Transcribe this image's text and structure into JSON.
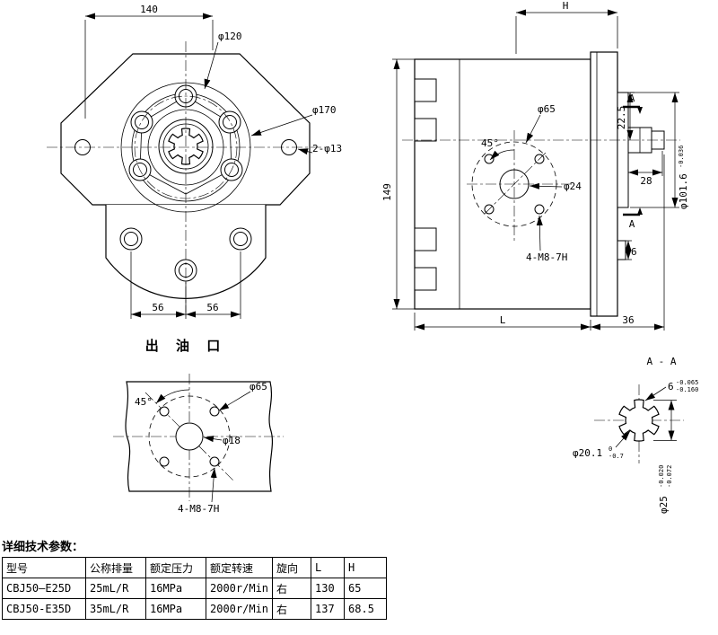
{
  "front": {
    "dim_width": "140",
    "dim_pilot": "φ120",
    "dim_flange": "φ170",
    "dim_ears": "2-φ13",
    "dim_56a": "56",
    "dim_56b": "56",
    "outlet_label": "出 油 口"
  },
  "side": {
    "dim_H": "H",
    "dim_225": "22.5",
    "dim_port_circle": "φ65",
    "dim_45": "45°",
    "dim_hole": "φ24",
    "dim_28": "28",
    "pilot_main": "φ101.6",
    "pilot_tol": "-0.036",
    "dim_149": "149",
    "dim_bolts": "4-M8-7H",
    "dim_6": "6",
    "dim_L": "L",
    "dim_36": "36",
    "mark_A_top": "A",
    "mark_A_bottom": "A"
  },
  "port": {
    "dim_45": "45°",
    "dim_circle": "φ65",
    "dim_hole": "φ18",
    "dim_bolts": "4-M8-7H"
  },
  "section": {
    "title": "A - A",
    "width_main": "6",
    "width_tol_top": "-0.065",
    "width_tol_bottom": "-0.160",
    "root_main": "φ20.1",
    "root_tol_top": "0",
    "root_tol_bottom": "-0.7",
    "od_main": "φ25",
    "od_tol_top": "-0.020",
    "od_tol_bottom": "-0.072"
  },
  "table": {
    "title": "详细技术参数：",
    "headers": [
      "型号",
      "公称排量",
      "额定压力",
      "额定转速",
      "旋向",
      "L",
      "H"
    ],
    "rows": [
      [
        "CBJ50—E25D",
        "25mL/R",
        "16MPa",
        "2000r/Min",
        "右",
        "130",
        "65"
      ],
      [
        "CBJ50-E35D",
        "35mL/R",
        "16MPa",
        "2000r/Min",
        "右",
        "137",
        "68.5"
      ]
    ]
  }
}
